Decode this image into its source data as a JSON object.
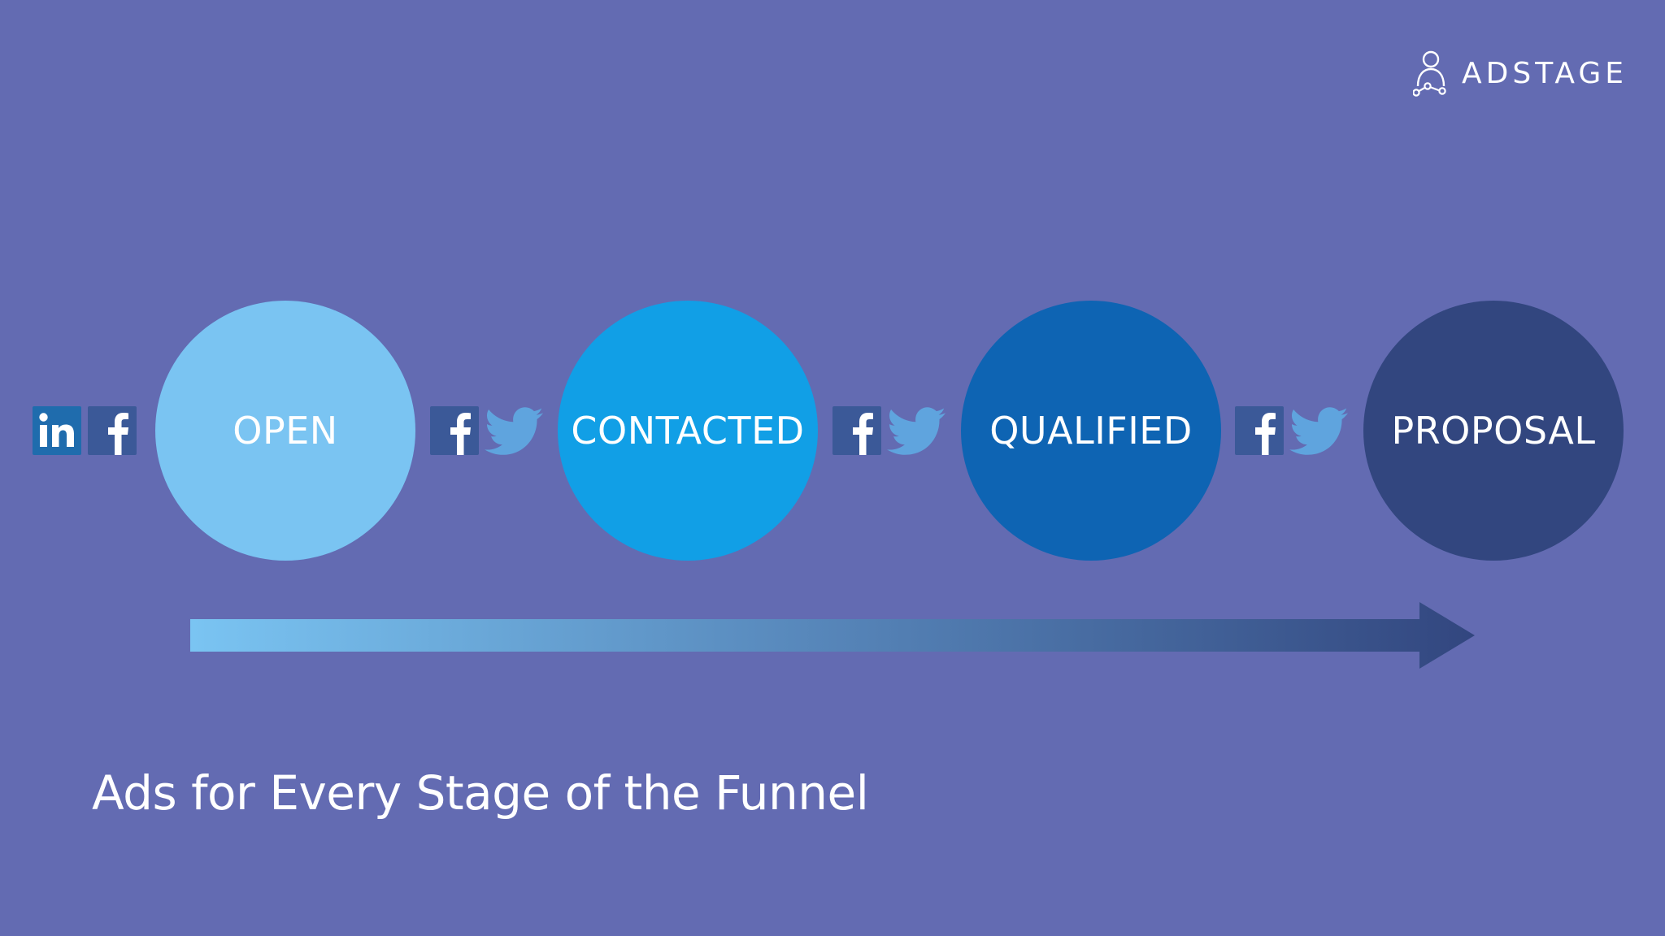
{
  "brand": {
    "name": "ADSTAGE",
    "icon": "user-network-icon"
  },
  "stages": [
    {
      "label": "OPEN",
      "color": "#7ac4f2"
    },
    {
      "label": "CONTACTED",
      "color": "#119fe6"
    },
    {
      "label": "QUALIFIED",
      "color": "#0e64b3"
    },
    {
      "label": "PROPOSAL",
      "color": "#32467f"
    }
  ],
  "channels": [
    {
      "icons": [
        "linkedin-icon",
        "facebook-icon"
      ]
    },
    {
      "icons": [
        "facebook-icon",
        "twitter-icon"
      ]
    },
    {
      "icons": [
        "facebook-icon",
        "twitter-icon"
      ]
    },
    {
      "icons": [
        "facebook-icon",
        "twitter-icon"
      ]
    }
  ],
  "arrow": {
    "gradient_start": "#7ac4f2",
    "gradient_end": "#32467f"
  },
  "tagline": "Ads for Every Stage of the Funnel"
}
